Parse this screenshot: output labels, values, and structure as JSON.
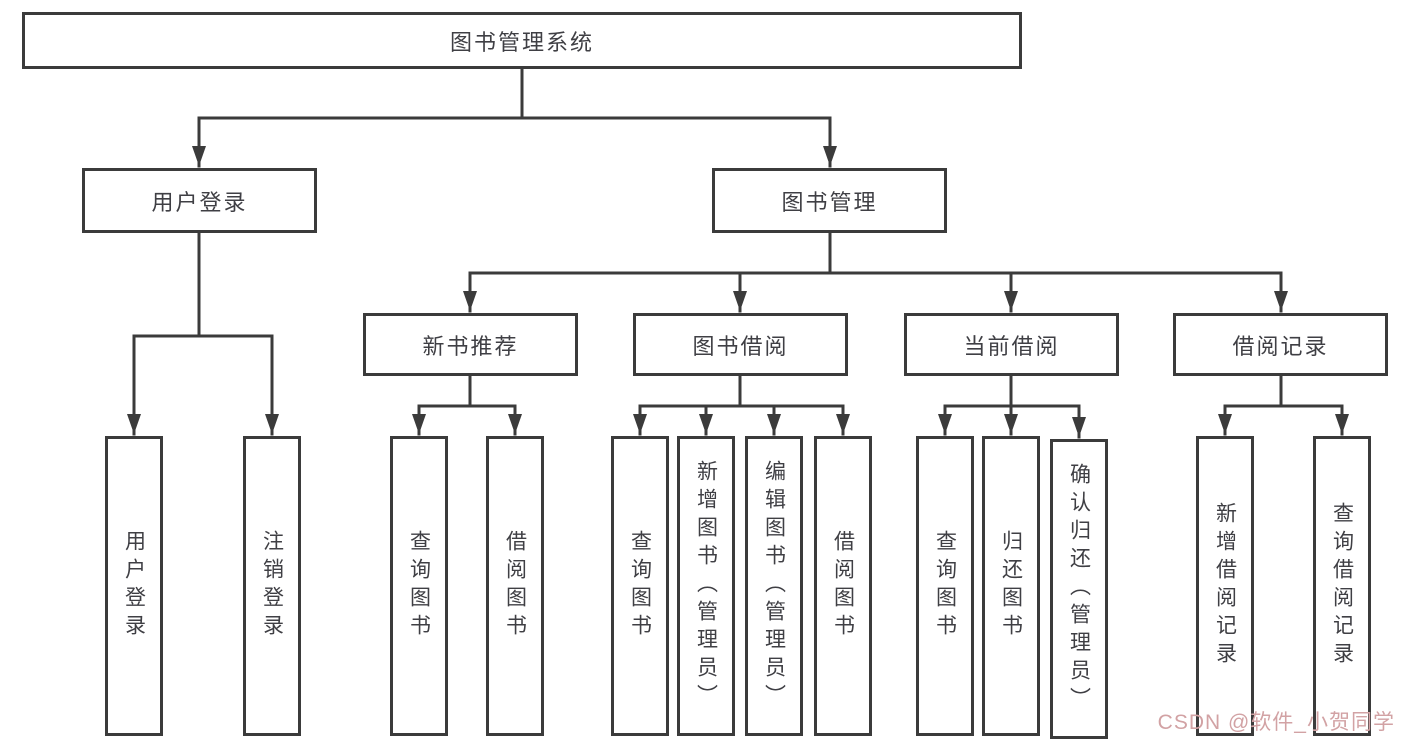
{
  "diagram_title": "图书管理系统",
  "colors": {
    "line": "#3b3b3b",
    "text": "#3f3f44",
    "watermark": "#d2a2a4",
    "background": "#ffffff"
  },
  "nodes": {
    "root": "图书管理系统",
    "branch_user_login": "用户登录",
    "branch_book_mgmt": "图书管理",
    "group_new_book_rec": "新书推荐",
    "group_book_borrow": "图书借阅",
    "group_current_borrow": "当前借阅",
    "group_borrow_records": "借阅记录",
    "leaf_user_login": "用户登录",
    "leaf_logout": "注销登录",
    "leaf_query_books_rec": "查询图书",
    "leaf_borrow_books_rec": "借阅图书",
    "leaf_query_books_borrow": "查询图书",
    "leaf_add_book_admin": "新增图书（管理员）",
    "leaf_edit_book_admin": "编辑图书（管理员）",
    "leaf_borrow_books_borrow": "借阅图书",
    "leaf_query_books_current": "查询图书",
    "leaf_return_books": "归还图书",
    "leaf_confirm_return_admin": "确认归还（管理员）",
    "leaf_add_borrow_record": "新增借阅记录",
    "leaf_query_borrow_record": "查询借阅记录"
  },
  "watermark": "CSDN @软件_小贺同学"
}
